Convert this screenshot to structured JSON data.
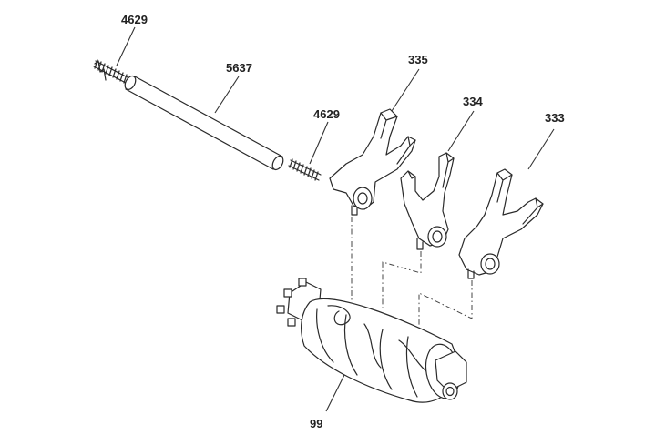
{
  "labels": {
    "spring_top": "4629",
    "shaft": "5637",
    "spring_mid": "4629",
    "fork_335": "335",
    "fork_334": "334",
    "fork_333": "333",
    "drum": "99"
  },
  "colors": {
    "ink": "#2a2a2a",
    "label": "#222222",
    "background": "#ffffff"
  }
}
